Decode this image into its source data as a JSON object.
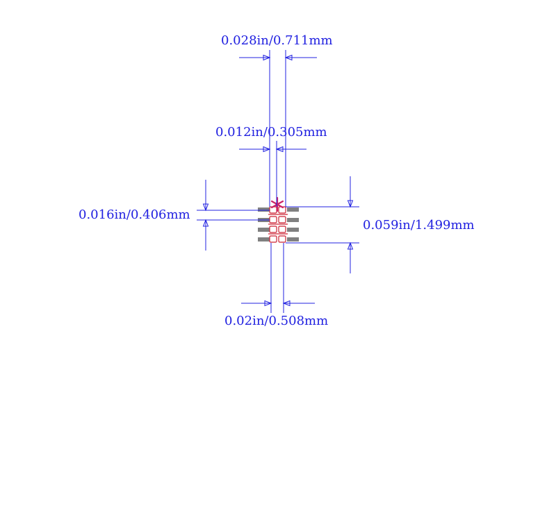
{
  "dimensions": {
    "overall_span_width": "0.028in/0.711mm",
    "pad_width": "0.012in/0.305mm",
    "pad_height": "0.016in/0.406mm",
    "body_height": "0.059in/1.499mm",
    "body_width": "0.02in/0.508mm"
  },
  "colors": {
    "dimension": "#2020e0",
    "pad_outline": "#cc2233",
    "pin": "#808080",
    "pin1_marker": "#cc2266"
  },
  "pin1_marker_symbol": "*"
}
